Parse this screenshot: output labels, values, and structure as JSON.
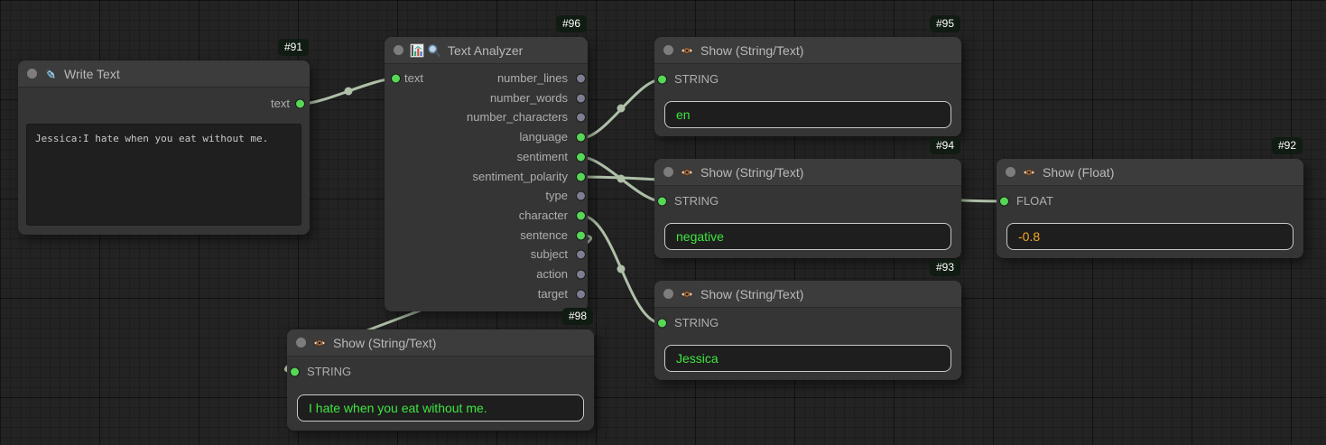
{
  "canvas": {
    "background": "#232323",
    "grid_minor": 11,
    "grid_major": 110
  },
  "colors": {
    "wire": "#aec0a8",
    "port_connected": "#56d756",
    "port_unconnected": "#7e7e92",
    "value_string": "#3fe53f",
    "value_float": "#f5a623",
    "node_body": "#353535",
    "badge_bg": "#101b11"
  },
  "icons": {
    "write_text": "pen-nib-icon",
    "text_analyzer": [
      "bar-chart-icon",
      "magnifier-icon"
    ],
    "show": "eye-icon"
  },
  "nodes": {
    "write_text": {
      "badge": "#91",
      "title": "Write Text",
      "output": {
        "name": "text",
        "connected": true
      },
      "content": "Jessica:I hate when you eat without me."
    },
    "text_analyzer": {
      "badge": "#96",
      "title": "Text Analyzer",
      "input": {
        "name": "text",
        "connected": true
      },
      "outputs": [
        {
          "name": "number_lines",
          "connected": false
        },
        {
          "name": "number_words",
          "connected": false
        },
        {
          "name": "number_characters",
          "connected": false
        },
        {
          "name": "language",
          "connected": true
        },
        {
          "name": "sentiment",
          "connected": true
        },
        {
          "name": "sentiment_polarity",
          "connected": true
        },
        {
          "name": "type",
          "connected": false
        },
        {
          "name": "character",
          "connected": true
        },
        {
          "name": "sentence",
          "connected": true
        },
        {
          "name": "subject",
          "connected": false
        },
        {
          "name": "action",
          "connected": false
        },
        {
          "name": "target",
          "connected": false
        }
      ]
    },
    "show_language": {
      "badge": "#95",
      "title": "Show (String/Text)",
      "input": {
        "name": "STRING",
        "connected": true
      },
      "value": "en"
    },
    "show_sentiment": {
      "badge": "#94",
      "title": "Show (String/Text)",
      "input": {
        "name": "STRING",
        "connected": true
      },
      "value": "negative"
    },
    "show_polarity": {
      "badge": "#92",
      "title": "Show (Float)",
      "input": {
        "name": "FLOAT",
        "connected": true
      },
      "value": "-0.8"
    },
    "show_character": {
      "badge": "#93",
      "title": "Show (String/Text)",
      "input": {
        "name": "STRING",
        "connected": true
      },
      "value": "Jessica"
    },
    "show_sentence": {
      "badge": "#98",
      "title": "Show (String/Text)",
      "input": {
        "name": "STRING",
        "connected": true
      },
      "value": "I hate when you eat without me."
    }
  },
  "links": [
    {
      "from": "write_text.text",
      "to": "text_analyzer.text"
    },
    {
      "from": "text_analyzer.language",
      "to": "show_language.STRING"
    },
    {
      "from": "text_analyzer.sentiment",
      "to": "show_sentiment.STRING"
    },
    {
      "from": "text_analyzer.sentiment_polarity",
      "to": "show_polarity.FLOAT"
    },
    {
      "from": "text_analyzer.character",
      "to": "show_character.STRING"
    },
    {
      "from": "text_analyzer.sentence",
      "to": "show_sentence.STRING"
    }
  ]
}
